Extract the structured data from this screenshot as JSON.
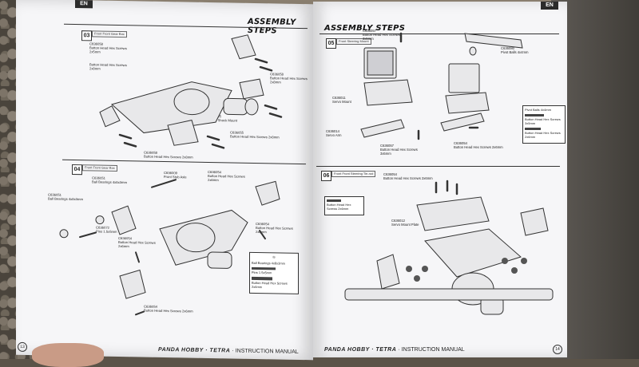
{
  "left_page": {
    "lang_tag": "EN",
    "heading": "ASSEMBLY STEPS",
    "page_number": "13",
    "footer_brand": "PANDA HOBBY · TETRA",
    "footer_manual": "· INSTRUCTION MANUAL",
    "step_top": {
      "number": "03",
      "title": "Front\nFront Gear Box",
      "labels": [
        "C636058\nButton Head Hex Screws\n2x5mm",
        "Button Head Hex Screws\n2x8mm",
        "C636058\nButton Head Hex Screws\n2x8mm",
        "C636005\nLower Shock Mount",
        "C636055\nButton Head Hex Screws 2x8mm",
        "C636058\nButton Head Hex Screws 2x8mm"
      ]
    },
    "step_bottom": {
      "number": "04",
      "title": "Front\nFront Gear Box",
      "labels": [
        "C636051\nBall Bearings 4x8x3mm",
        "C636009\nFront Stub Axle",
        "C636054\nButton Head Hex Screws\n2x6mm",
        "C636051\nBall Bearings 4x8x3mm",
        "C636072\nPins 1.5x5mm",
        "C636054\nButton Head Hex Screws\n2x6mm",
        "C636054\nButton Head Hex Screws\n2x6mm",
        "C636054\nButton Head Hex Screws 2x6mm"
      ],
      "legend": [
        "Ball Bearings\n4x8x3mm",
        "Pins 1.5x5mm",
        "Button Head Hex Screws\n2x6mm"
      ]
    }
  },
  "right_page": {
    "lang_tag": "EN",
    "heading": "ASSEMBLY STEPS",
    "page_number": "14",
    "footer_brand": "PANDA HOBBY · TETRA",
    "footer_manual": "· INSTRUCTION MANUAL",
    "step_top": {
      "number": "05",
      "title": "Front\nSteering Mount",
      "labels": [
        "C636057\nButton Head Hex Screws\n3x5mm",
        "C636080\nPivot Balls 4x4mm",
        "C636011\nServo Mount",
        "C636014\nServo Arm",
        "C636057\nButton Head Hex Screws\n3x5mm",
        "C636054\nButton Head Hex Screws 2x6mm"
      ],
      "legend": [
        "Pivot Balls 4x4mm",
        "Button Head Hex Screws\n3x5mm",
        "Button Head Hex Screws\n2x6mm"
      ]
    },
    "step_bottom": {
      "number": "06",
      "title": "Front\nFront Steering Tie-rod",
      "labels": [
        "C636054\nButton Head Hex Screws 2x6mm",
        "Button Head Hex\nScrews 2x6mm",
        "C636012\nServo Mount Plate"
      ]
    }
  }
}
